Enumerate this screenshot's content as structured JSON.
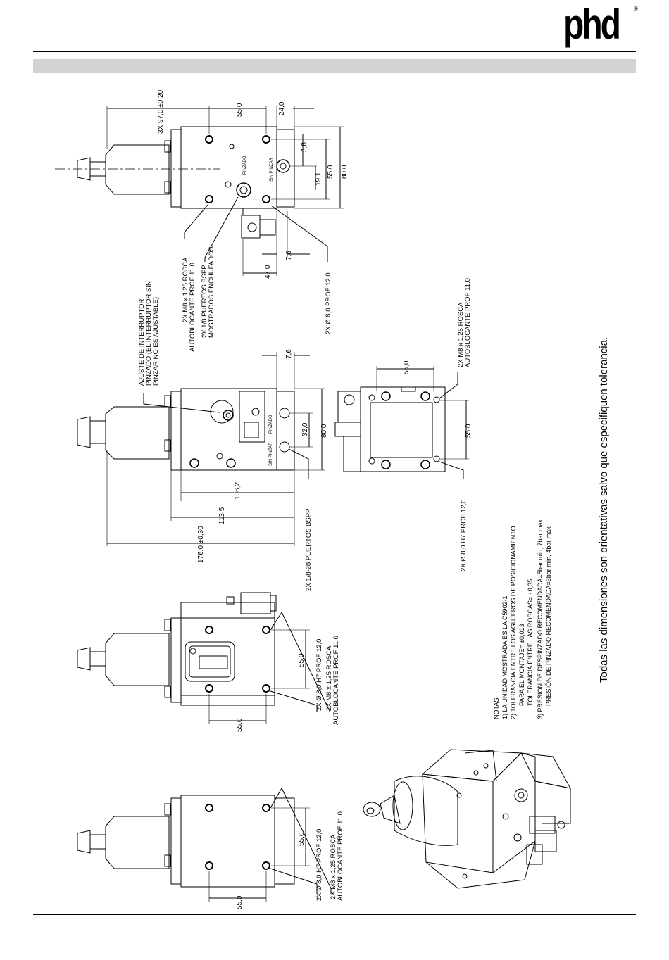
{
  "brand": {
    "logo": "phd",
    "registered": "®"
  },
  "view1": {
    "d_3x": "3X   97,0 ±0,20",
    "d_55": "55,0",
    "d_24": "24,0",
    "d_3_8": "3,8",
    "d_19_1": "19,1",
    "d_55b": "55,0",
    "d_80": "80,0",
    "d_47": "47,0",
    "d_7_6": "7,6",
    "sw_pinzado": "PINZADO",
    "sw_sin": "SIN PINZAR",
    "c_m8_1": "2X M8 x 1,25 ROSCA",
    "c_m8_2": "AUTOBLOCANTE PROF 11,0",
    "c_bspp_1": "2X 1/8 PUERTOS BSPP",
    "c_bspp_2": "MOSTRADOS ENCHUFADOS",
    "c_ajuste_1": "AJUSTE DE INTERRUPTOR",
    "c_ajuste_2": "PINZADO (EL INTERRUPTOR SIN",
    "c_ajuste_3": "PINZAR NO ES AJUSTABLE)",
    "c_h8": "2X Ø 8,0 PROF 12,0"
  },
  "view2": {
    "d_7_6": "7,6",
    "d_32": "32,0",
    "d_80": "80,0",
    "d_106": "106,2",
    "d_113": "113,5",
    "d_176": "176,0 ±0,30",
    "sw_pinzado": "PINZADO",
    "sw_sin": "SIN PINZAR",
    "c_ports": "2X 1/8-28 PUERTOS BSPP"
  },
  "view_end": {
    "d_55a": "55,0",
    "d_55b": "55,0",
    "c_m8_1": "2X M8 x 1,25 ROSCA",
    "c_m8_2": "AUTOBLOCANTE PROF 11,0",
    "c_h7": "2X Ø 8,0 H7 PROF 12,0"
  },
  "view3": {
    "d_55a": "55,0",
    "d_55b": "55,0",
    "c_h7": "2X Ø 8,0 H7 PROF 12,0",
    "c_m8_1": "2X M8 x 1,25 ROSCA",
    "c_m8_2": "AUTOBLOCANTE PROF 11,0"
  },
  "view4": {
    "d_55a": "55,0",
    "d_55b": "55,0",
    "c_h7": "2X Ø 8,0 H7 PROF 12,0",
    "c_m8_1": "2X M8 x 1,25 ROSCA",
    "c_m8_2": "AUTOBLOCANTE PROF 11,0"
  },
  "notes": {
    "title": "NOTAS:",
    "n1": "1)   LA UNIDAD MOSTRADA ES LA C5902-1",
    "n2a": "2)   TOLERANCIA ENTRE LOS AGUJEROS DE POSICIONAMIENTO",
    "n2b": "PARA EL MONTAJE= ±0,013",
    "n2c": "TOLERANCIA ENTRE LAS ROSCAS= ±0,35",
    "n3a": "3)   PRESIÓN DE DESPINZADO RECOMENDADA=5bar mín, 7bar máx",
    "n3b": "PRESIÓN DE PINZADO RECOMENDADA=3bar mín, 4bar máx"
  },
  "footer_note": "Todas las dimensiones son orientativas salvo que especifiquen tolerancia."
}
